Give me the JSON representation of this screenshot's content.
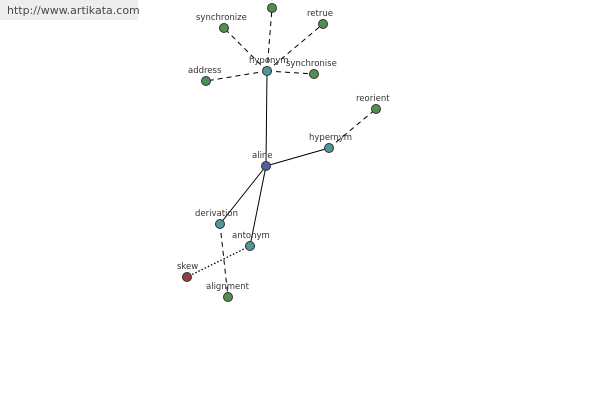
{
  "source": {
    "url_text": "http://www.artikata.com"
  },
  "colors": {
    "center": "#4f5fa0",
    "relation": "#4f9696",
    "leaf": "#4f8f4f",
    "special": "#8f3f3f"
  },
  "graph": {
    "nodes": [
      {
        "id": "aline",
        "label": "aline",
        "kind": "center"
      },
      {
        "id": "hyponym",
        "label": "hyponym",
        "kind": "relation"
      },
      {
        "id": "hypernym",
        "label": "hypernym",
        "kind": "relation"
      },
      {
        "id": "derivation",
        "label": "derivation",
        "kind": "relation"
      },
      {
        "id": "antonym",
        "label": "antonym",
        "kind": "relation"
      },
      {
        "id": "synchronize",
        "label": "synchronize",
        "kind": "leaf"
      },
      {
        "id": "top",
        "label": "",
        "kind": "leaf"
      },
      {
        "id": "retrue",
        "label": "retrue",
        "kind": "leaf"
      },
      {
        "id": "address",
        "label": "address",
        "kind": "leaf"
      },
      {
        "id": "synchronise",
        "label": "synchronise",
        "kind": "leaf"
      },
      {
        "id": "reorient",
        "label": "reorient",
        "kind": "leaf"
      },
      {
        "id": "skew",
        "label": "skew",
        "kind": "special"
      },
      {
        "id": "alignment",
        "label": "alignment",
        "kind": "leaf"
      }
    ],
    "edges": [
      {
        "from": "aline",
        "to": "hyponym",
        "style": "solid"
      },
      {
        "from": "aline",
        "to": "hypernym",
        "style": "solid"
      },
      {
        "from": "aline",
        "to": "derivation",
        "style": "solid"
      },
      {
        "from": "aline",
        "to": "antonym",
        "style": "solid"
      },
      {
        "from": "hyponym",
        "to": "synchronize",
        "style": "dashed"
      },
      {
        "from": "hyponym",
        "to": "top",
        "style": "dashed"
      },
      {
        "from": "hyponym",
        "to": "retrue",
        "style": "dashed"
      },
      {
        "from": "hyponym",
        "to": "address",
        "style": "dashed"
      },
      {
        "from": "hyponym",
        "to": "synchronise",
        "style": "dashed"
      },
      {
        "from": "hypernym",
        "to": "reorient",
        "style": "dashed"
      },
      {
        "from": "derivation",
        "to": "alignment",
        "style": "dashed"
      },
      {
        "from": "antonym",
        "to": "skew",
        "style": "dotted"
      }
    ]
  }
}
